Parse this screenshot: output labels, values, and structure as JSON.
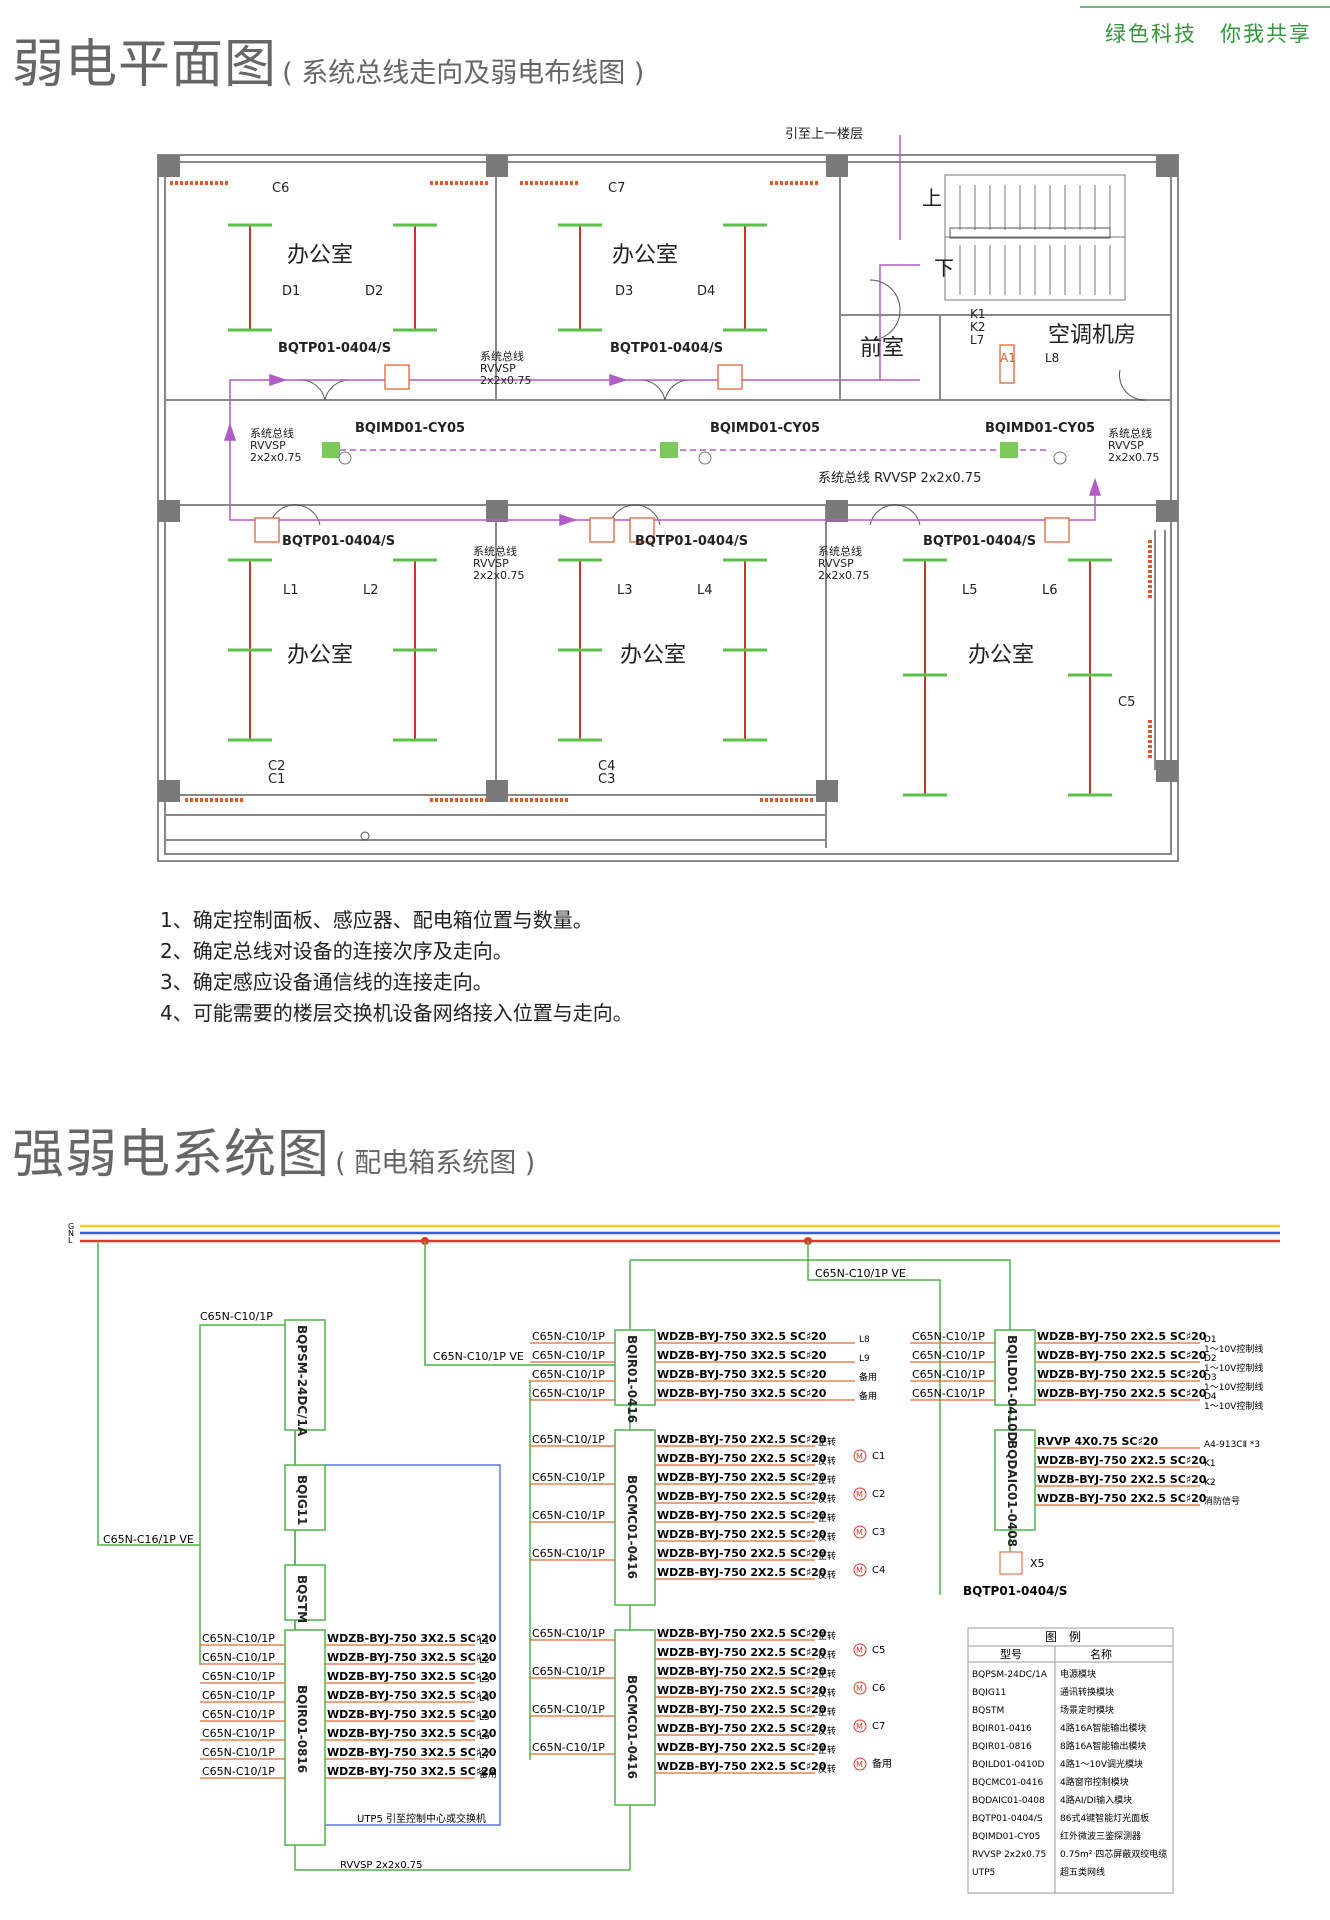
{
  "header": {
    "brand": "绿色科技　你我共享",
    "section1_title": "弱电平面图",
    "section1_subtitle": "( 系统总线走向及弱电布线图 )",
    "section2_title": "强弱电系统图",
    "section2_subtitle": "( 配电箱系统图 )"
  },
  "floorplan": {
    "leader_top": "引至上一楼层",
    "office": "办公室",
    "front_room": "前室",
    "ac_room": "空调机房",
    "stair_up": "上",
    "stair_down": "下",
    "panel": "BQTP01-0404/S",
    "sensor": "BQIMD01-CY05",
    "bus_label": "系统总线",
    "bus_spec1": "RVVSP",
    "bus_spec2": "2x2x0.75",
    "bus_inline": "系统总线 RVVSP 2x2x0.75",
    "curtains": [
      "C6",
      "C7",
      "C2",
      "C1",
      "C4",
      "C3",
      "C5"
    ],
    "dimmers": [
      "D1",
      "D2",
      "D3",
      "D4"
    ],
    "lights": [
      "L1",
      "L2",
      "L3",
      "L4",
      "L5",
      "L6"
    ],
    "misc": [
      "K1",
      "K2",
      "L7",
      "L8",
      "A1"
    ]
  },
  "notes": [
    "1、确定控制面板、感应器、配电箱位置与数量。",
    "2、确定总线对设备的连接次序及走向。",
    "3、确定感应设备通信线的连接走向。",
    "4、可能需要的楼层交换机设备网络接入位置与走向。"
  ],
  "system": {
    "bus_labels": [
      "G",
      "N",
      "L"
    ],
    "breaker": "C65N-C10/1P",
    "breaker_ve": "C65N-C10/1P VE",
    "breaker_main": "C65N-C16/1P VE",
    "psu": "BQPSM-24DC/1A",
    "gateway": "BQIG11",
    "stm": "BQSTM",
    "relay16": "BQIR01-0416",
    "relay816": "BQIR01-0816",
    "dimmer_mod": "BQILD01-0410D",
    "curtain_mod": "BQCMC01-0416",
    "input_mod": "BQDAIC01-0408",
    "panel": "BQTP01-0404/S",
    "panel_qty": "X5",
    "cable_3x": "WDZB-BYJ-750 3X2.5 SC♯20",
    "cable_2x": "WDZB-BYJ-750 2X2.5 SC♯20",
    "cable_rvvp": "RVVP 4X0.75 SC♯20",
    "utp_label": "UTP5 引至控制中心或交换机",
    "rvvsp_label": "RVVSP 2x2x0.75",
    "relay16_outs": [
      "L8",
      "L9",
      "备用",
      "备用"
    ],
    "dimmer_outs": [
      "D1",
      "D2",
      "D3",
      "D4"
    ],
    "dimmer_out_note": "1～10V控制线",
    "input_outs": [
      "A4-913CⅡ *3",
      "K1",
      "K2",
      "消防信号"
    ],
    "relay816_outs": [
      "L1",
      "L2",
      "L3",
      "L4",
      "L5",
      "L6",
      "L7",
      "备用"
    ],
    "fwd": "正转",
    "rev": "反转",
    "motor": "M",
    "curtain_outs_a": [
      "C1",
      "C2",
      "C3",
      "C4"
    ],
    "curtain_outs_b": [
      "C5",
      "C6",
      "C7",
      "备用"
    ]
  },
  "legend": {
    "title": "图　例",
    "col_model": "型号",
    "col_name": "名称",
    "rows": [
      [
        "BQPSM-24DC/1A",
        "电源模块"
      ],
      [
        "BQIG11",
        "通讯转换模块"
      ],
      [
        "BQSTM",
        "场景定时模块"
      ],
      [
        "BQIR01-0416",
        "4路16A智能输出模块"
      ],
      [
        "BQIR01-0816",
        "8路16A智能输出模块"
      ],
      [
        "BQILD01-0410D",
        "4路1～10V调光模块"
      ],
      [
        "BQCMC01-0416",
        "4路窗帘控制模块"
      ],
      [
        "BQDAIC01-0408",
        "4路AI/DI输入模块"
      ],
      [
        "BQTP01-0404/S",
        "86式4键智能灯光面板"
      ],
      [
        "BQIMD01-CY05",
        "红外微波三鉴探测器"
      ],
      [
        "RVVSP 2x2x0.75",
        "0.75m² 四芯屏蔽双绞电缆"
      ],
      [
        "UTP5",
        "超五类网线"
      ]
    ]
  },
  "colors": {
    "wall": "#888888",
    "column": "#7a7a7a",
    "bus": "#b15cc4",
    "light_fixture": "#c9372c",
    "fixture_cap": "#5cc04a",
    "curtain": "#e05a28",
    "line_yellow": "#f0d020",
    "line_blue": "#3a5fcf",
    "line_red": "#d93a2a",
    "wire_green": "#4fb34a",
    "wire_orange": "#e06a2a",
    "brand_green": "#2f9a39"
  }
}
